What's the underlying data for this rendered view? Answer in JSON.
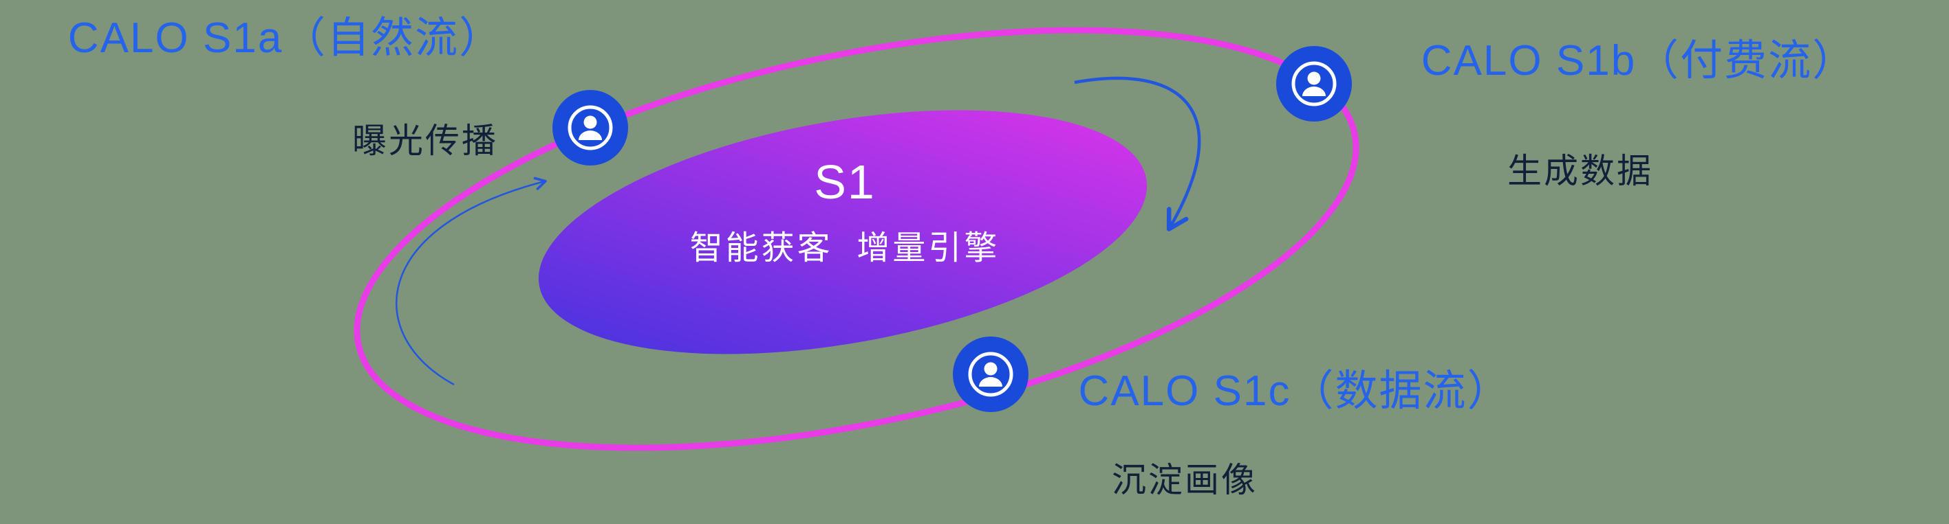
{
  "background_color": "#7e957c",
  "colors": {
    "label_blue": "#2563eb",
    "dark_text": "#13203a",
    "orbit_ring_magenta": "#ea3be9",
    "node_blue": "#1a4ad9",
    "arrow_blue": "#2156dd",
    "core_gradient_start": "#4433de",
    "core_gradient_mid": "#8f33e5",
    "core_gradient_end": "#dc35ea",
    "core_text": "#ffffff"
  },
  "center": {
    "title": "S1",
    "subtitle": "智能获客  增量引擎"
  },
  "nodes": [
    {
      "id": "s1a",
      "label": "CALO S1a（自然流）",
      "sublabel": "曝光传播"
    },
    {
      "id": "s1b",
      "label": "CALO S1b（付费流）",
      "sublabel": "生成数据"
    },
    {
      "id": "s1c",
      "label": "CALO S1c（数据流）",
      "sublabel": "沉淀画像"
    }
  ]
}
